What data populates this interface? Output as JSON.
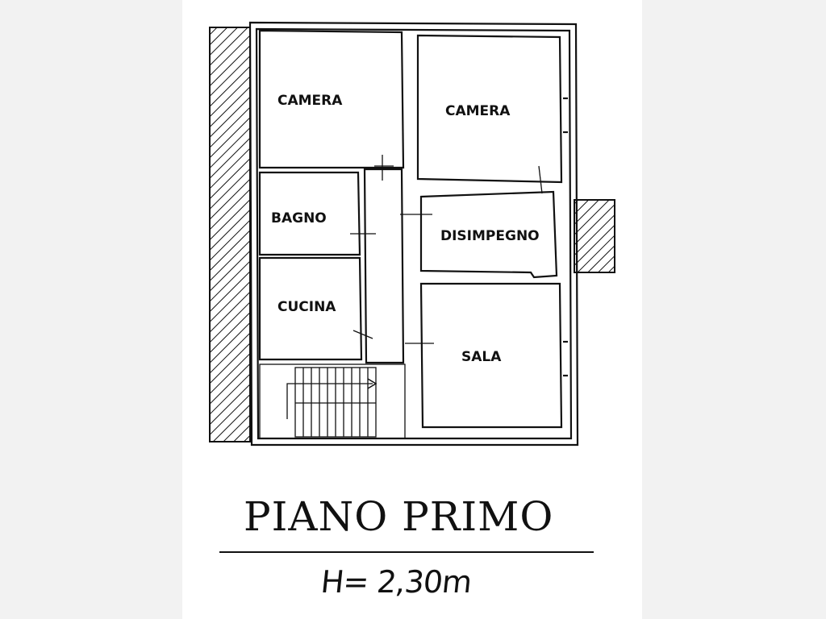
{
  "rooms": {
    "camera_left": "CAMERA",
    "camera_right": "CAMERA",
    "bagno": "BAGNO",
    "disimpegno": "DISIMPEGNO",
    "cucina": "CUCINA",
    "sala": "SALA"
  },
  "title": "PIANO PRIMO",
  "height_note": "H= 2,30m"
}
